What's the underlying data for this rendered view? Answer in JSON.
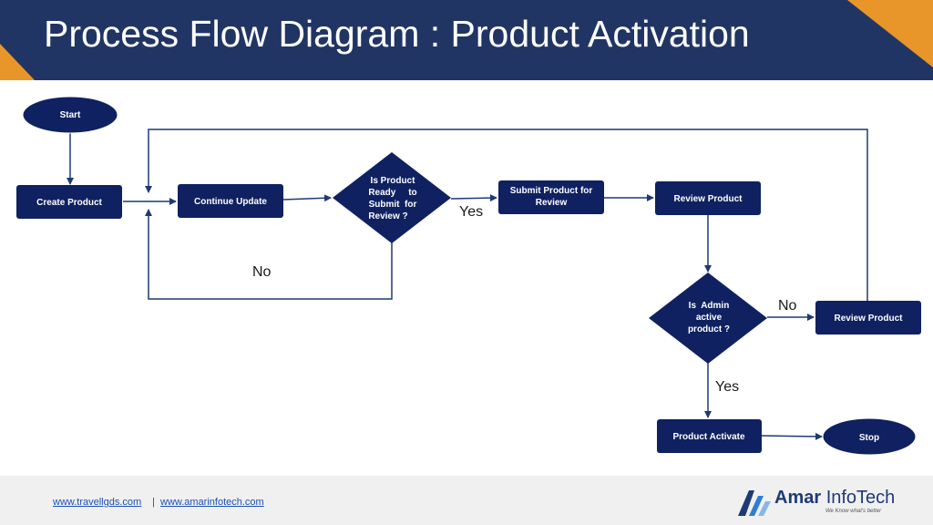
{
  "header": {
    "title": "Process Flow Diagram : Product Activation"
  },
  "nodes": {
    "start": "Start",
    "create_product": "Create Product",
    "continue_update": "Continue Update",
    "decision_ready": [
      "Is  Product",
      "Ready     to",
      "Submit  for",
      "Review ?"
    ],
    "submit_review": [
      "Submit Product for",
      "Review"
    ],
    "review_product_1": "Review Product",
    "decision_admin": [
      "Is  Admin",
      "active",
      "product ?"
    ],
    "review_product_2": "Review Product",
    "product_activate": "Product Activate",
    "stop": "Stop"
  },
  "edge_labels": {
    "ready_yes": "Yes",
    "ready_no": "No",
    "admin_no": "No",
    "admin_yes": "Yes"
  },
  "footer": {
    "link1": "www.travellgds.com",
    "separator": "|",
    "link2": "www.amarinfotech.com",
    "logo_name_bold": "Amar",
    "logo_name_rest": " InfoTech",
    "logo_tagline": "We Know what's better"
  },
  "colors": {
    "header_bg": "#213564",
    "accent_orange": "#e8952a",
    "node_fill": "#0f2160",
    "edge": "#1f3a73"
  }
}
